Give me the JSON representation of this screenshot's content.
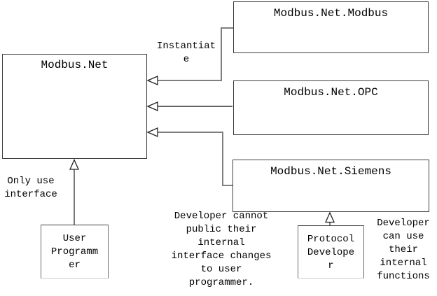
{
  "diagram": {
    "title": "Modbus.Net architecture diagram",
    "nodes": {
      "modbus_net": {
        "label": "Modbus.Net"
      },
      "modbus_net_modbus": {
        "label": "Modbus.Net.Modbus"
      },
      "modbus_net_opc": {
        "label": "Modbus.Net.OPC"
      },
      "modbus_net_siemens": {
        "label": "Modbus.Net.Siemens"
      },
      "user_programmer": {
        "label": "User\nProgramm\ner"
      },
      "protocol_developer": {
        "label": "Protocol\nDevelope\nr"
      }
    },
    "annotations": {
      "instantiate": {
        "text": "Instantiat\ne"
      },
      "only_use_interface": {
        "text": "Only use\ninterface"
      },
      "developer_cannot": {
        "text": "Developer cannot\npublic their\ninternal\ninterface changes\nto user\nprogrammer."
      },
      "developer_can_use": {
        "text": "Developer\ncan use\ntheir\ninternal\nfunctions"
      }
    },
    "colors": {
      "background": "#ffffff",
      "box_border": "#3f3f3f",
      "connector_gray": "#7f7f7f",
      "connector_dark": "#4d4d4d",
      "arrowhead_outline": "#222222",
      "text": "#000000"
    }
  }
}
